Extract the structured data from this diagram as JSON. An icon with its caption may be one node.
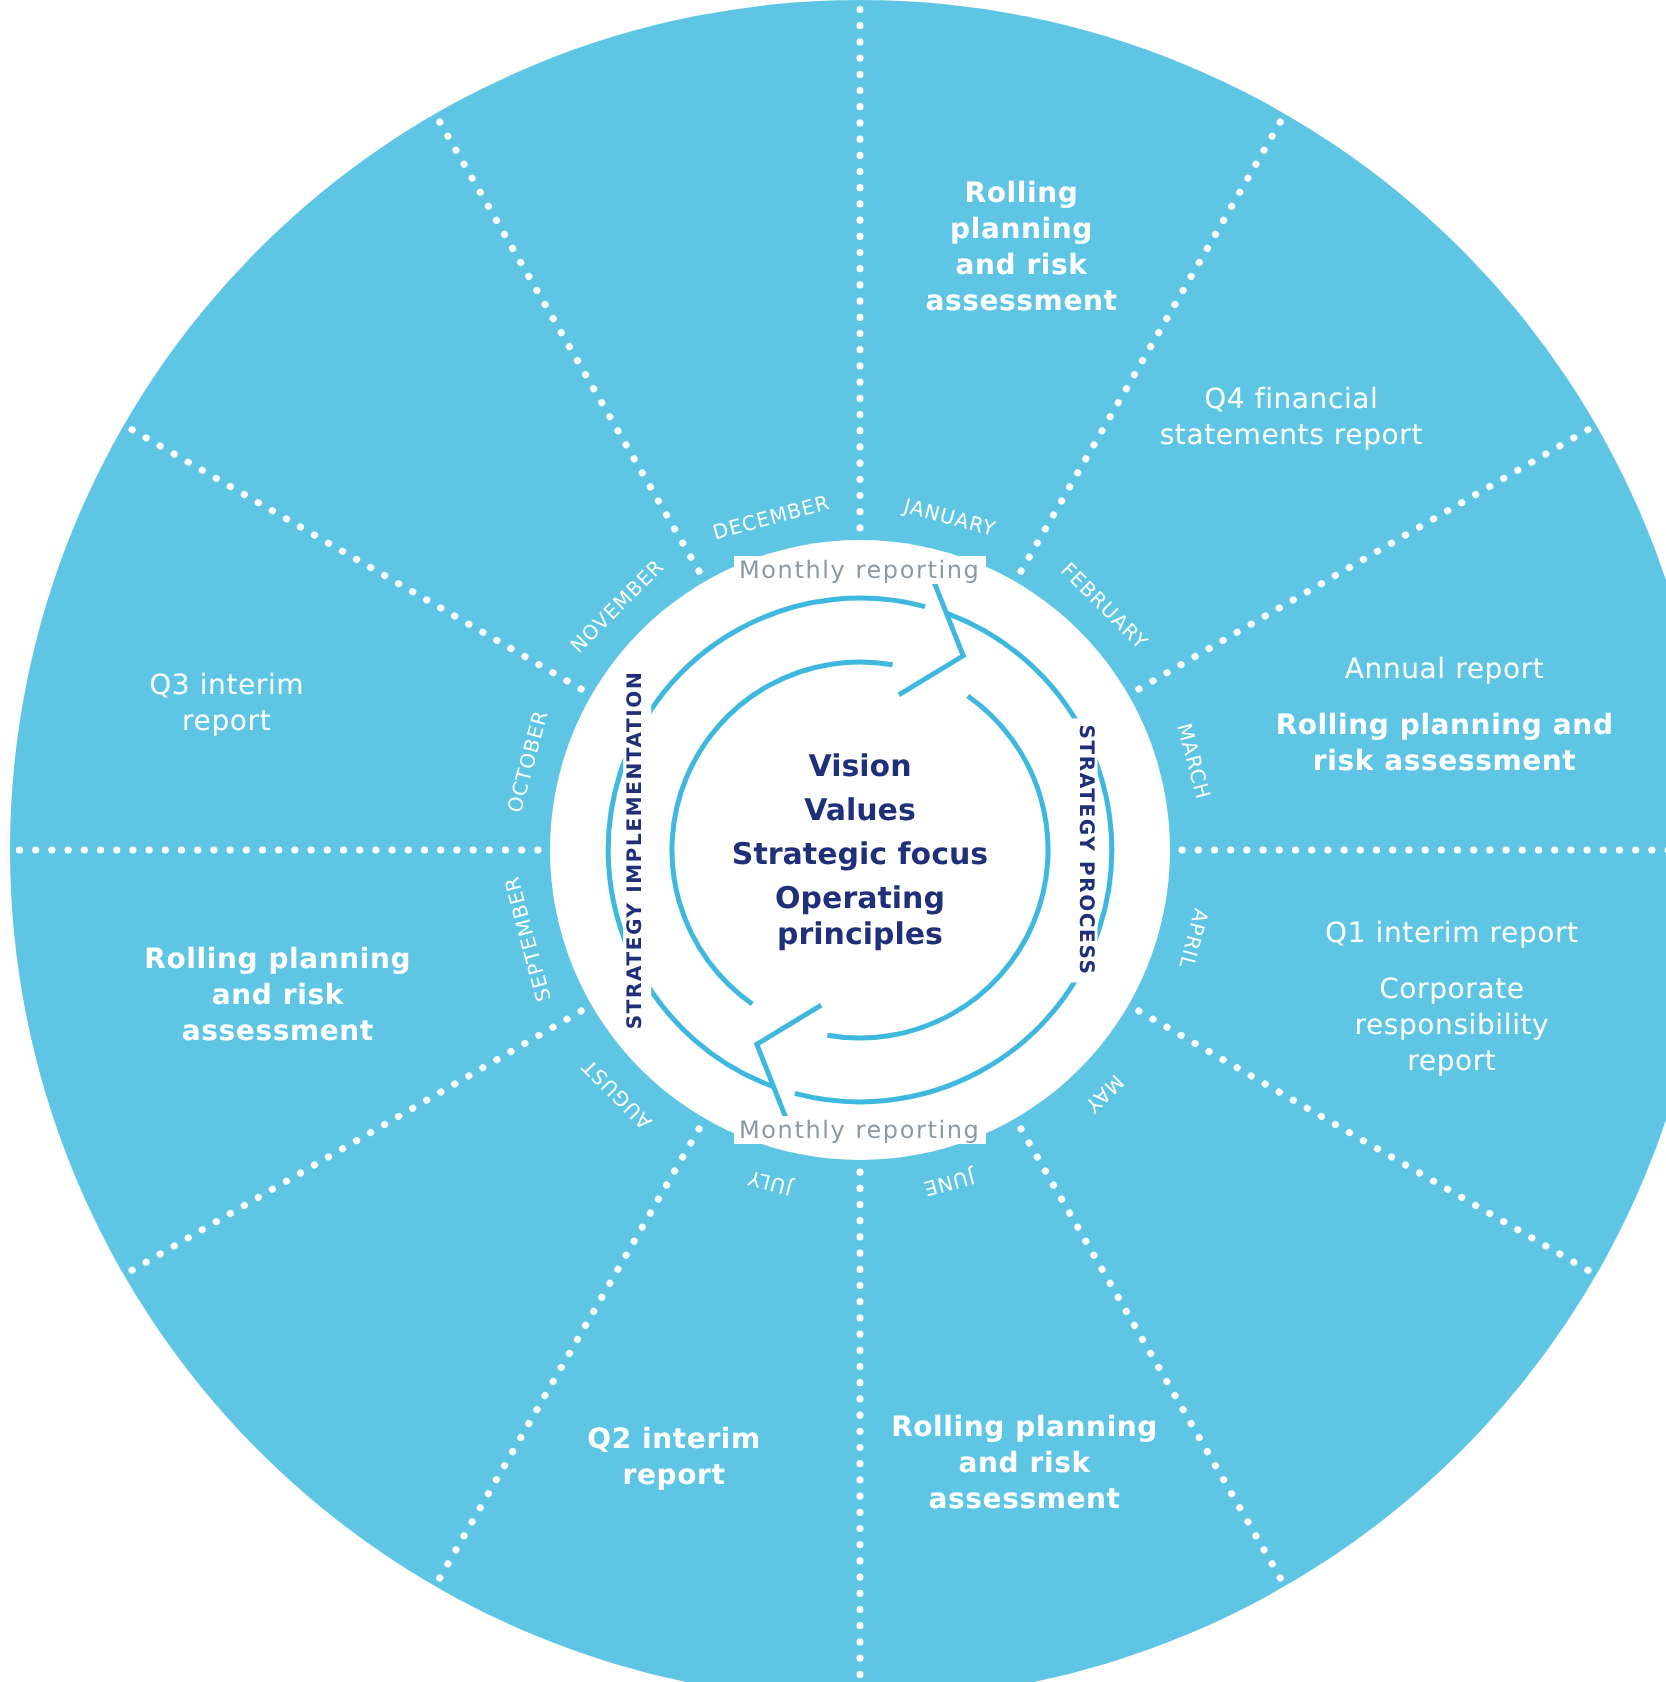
{
  "diagram": {
    "nodes": [
      {
        "text": [
          "Rolling planning and risk assessment"
        ]
      },
      {
        "text": [
          "Q4 financial statements report"
        ]
      },
      {
        "text": [
          "Annual report",
          "Rolling planning and risk assessment"
        ]
      },
      {
        "text": [
          "Q1 interim report",
          "Corporate responsibility report"
        ]
      },
      {
        "text": [
          "Rolling planning and risk assessment"
        ]
      },
      {
        "text": [
          "Q2 interim report"
        ]
      },
      {
        "text": [
          "Rolling planning and risk assessment"
        ]
      },
      {
        "text": [
          "Q3 interim report"
        ]
      },
      {
        "text": [
          "Vision",
          "Values",
          "Strategic focus",
          "Operating principles"
        ]
      }
    ],
    "labels": [
      "JANUARY",
      "FEBRUARY",
      "MARCH",
      "APRIL",
      "MAY",
      "JUNE",
      "JULY",
      "AUGUST",
      "SEPTEMBER",
      "OCTOBER",
      "NOVEMBER",
      "DECEMBER",
      "Monthly reporting",
      "STRATEGY IMPLEMENTATION",
      "STRATEGY PROCESS",
      "Monthly reporting"
    ]
  }
}
